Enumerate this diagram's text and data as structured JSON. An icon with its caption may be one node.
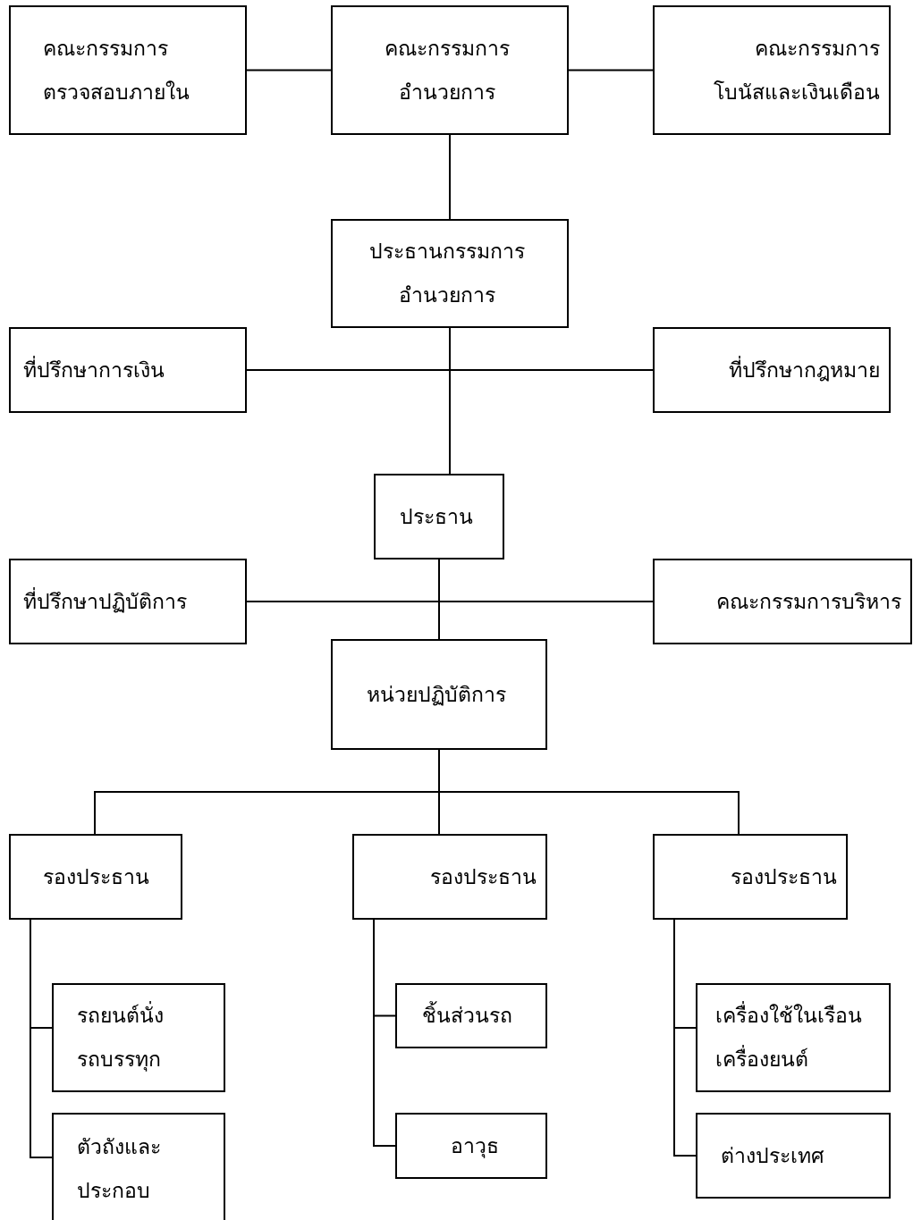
{
  "diagram": {
    "nodes": [
      {
        "text": [
          "คณะกรรมการ ตรวจสอบภายใน"
        ]
      },
      {
        "text": [
          "คณะกรรมการ อำนวยการ"
        ]
      },
      {
        "text": [
          "คณะกรรมการ โบนัสและเงินเดือน"
        ]
      },
      {
        "text": [
          "ประธานกรรมการ อำนวยการ"
        ]
      },
      {
        "text": [
          "ที่ปรึกษาการเงิน"
        ]
      },
      {
        "text": [
          "ที่ปรึกษากฎหมาย"
        ]
      },
      {
        "text": [
          "ประธาน"
        ]
      },
      {
        "text": [
          "ที่ปรึกษาปฏิบัติการ"
        ]
      },
      {
        "text": [
          "คณะกรรมการบริหาร"
        ]
      },
      {
        "text": [
          "หน่วยปฏิบัติการ"
        ]
      },
      {
        "text": [
          "รองประธาน"
        ]
      },
      {
        "text": [
          "รองประธาน"
        ]
      },
      {
        "text": [
          "รองประธาน"
        ]
      },
      {
        "text": [
          "รถยนต์นั่ง รถบรรทุก"
        ]
      },
      {
        "text": [
          "ตัวถังและ ประกอบ"
        ]
      },
      {
        "text": [
          "ชิ้นส่วนรถ"
        ]
      },
      {
        "text": [
          "อาวุธ"
        ]
      },
      {
        "text": [
          "เครื่องใช้ในเรือน เครื่องยนต์"
        ]
      },
      {
        "text": [
          "ต่างประเทศ"
        ]
      }
    ],
    "edges": [
      {
        "from": 0,
        "to": 1,
        "arrow": "none"
      },
      {
        "from": 1,
        "to": 2,
        "arrow": "none"
      },
      {
        "from": 1,
        "to": 3,
        "arrow": "none"
      },
      {
        "from": 3,
        "to": 4,
        "arrow": "none"
      },
      {
        "from": 3,
        "to": 5,
        "arrow": "none"
      },
      {
        "from": 3,
        "to": 6,
        "arrow": "none"
      },
      {
        "from": 6,
        "to": 7,
        "arrow": "none"
      },
      {
        "from": 6,
        "to": 8,
        "arrow": "none"
      },
      {
        "from": 6,
        "to": 9,
        "arrow": "none"
      },
      {
        "from": 9,
        "to": 10,
        "arrow": "none"
      },
      {
        "from": 9,
        "to": 11,
        "arrow": "none"
      },
      {
        "from": 9,
        "to": 12,
        "arrow": "none"
      },
      {
        "from": 10,
        "to": 13,
        "arrow": "none"
      },
      {
        "from": 10,
        "to": 14,
        "arrow": "none"
      },
      {
        "from": 11,
        "to": 15,
        "arrow": "none"
      },
      {
        "from": 11,
        "to": 16,
        "arrow": "none"
      },
      {
        "from": 12,
        "to": 17,
        "arrow": "none"
      },
      {
        "from": 12,
        "to": 18,
        "arrow": "none"
      }
    ]
  }
}
